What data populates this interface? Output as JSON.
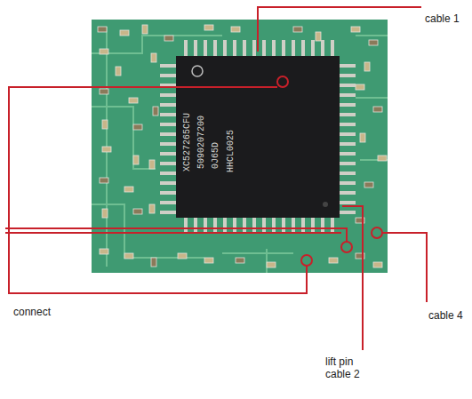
{
  "diagram": {
    "labels": [
      "cable 1",
      "connect",
      "cable 4",
      "lift pin cable 2",
      "XC527265CFU",
      "5090207200",
      "0J65D",
      "HHCL0025"
    ]
  }
}
